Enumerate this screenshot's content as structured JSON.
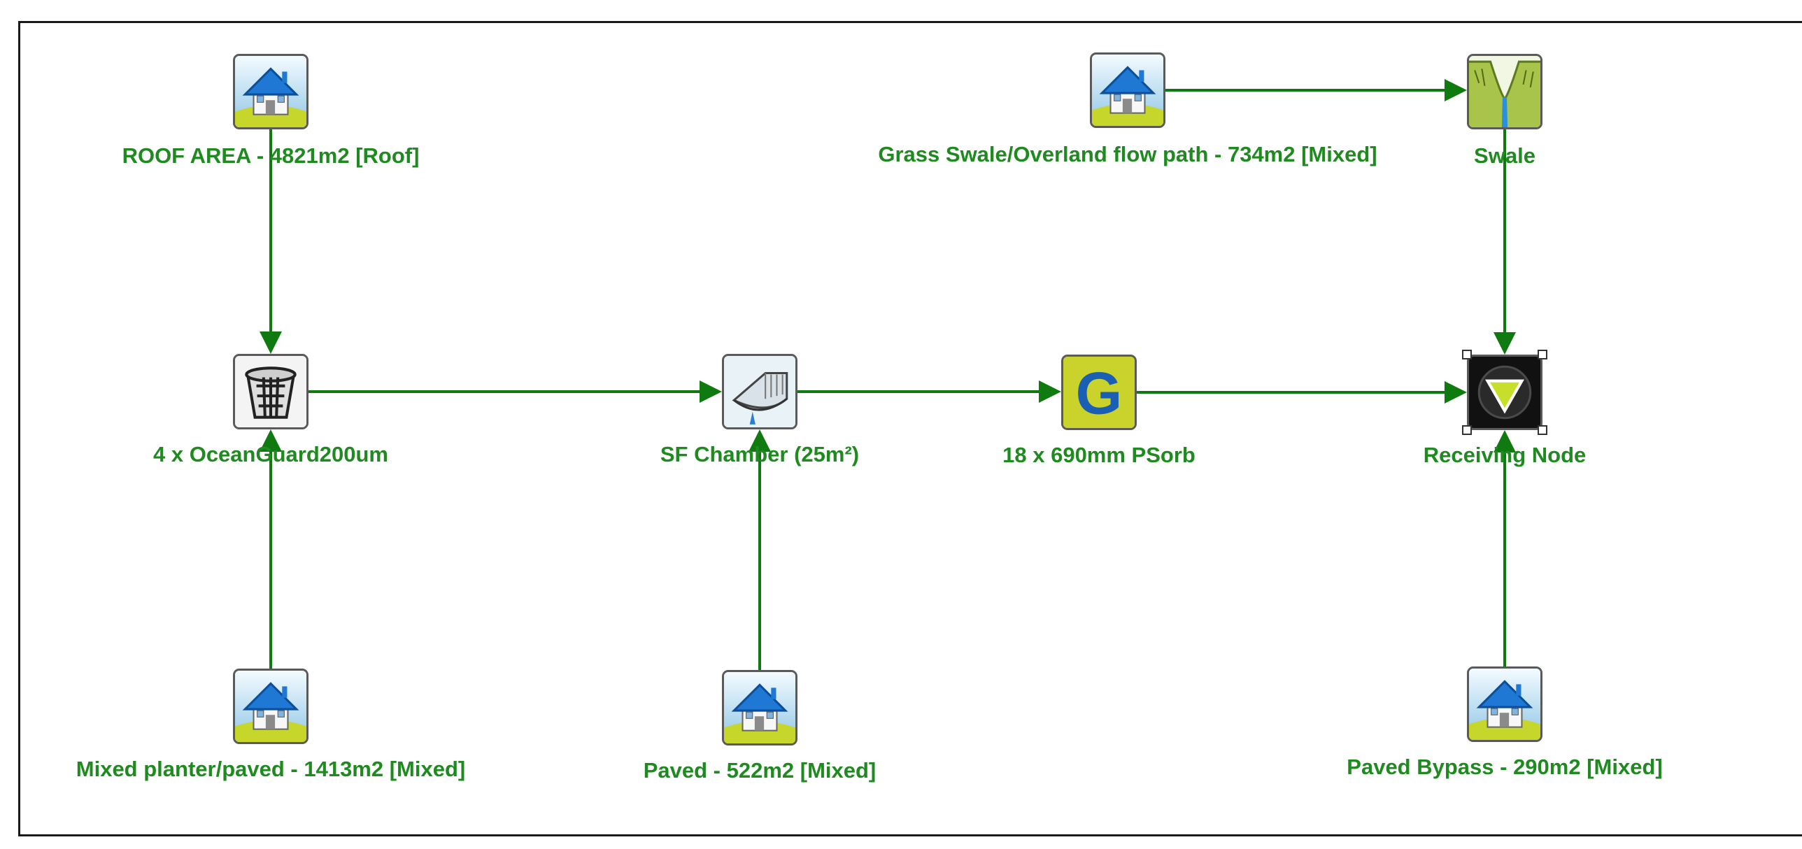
{
  "colors": {
    "link": "#0f7a0f",
    "label": "#1f8a1f",
    "frame": "#1a1a1a"
  },
  "nodes": {
    "roof_area": {
      "label": "ROOF AREA - 4821m2  [Roof]",
      "icon": "house-catchment-icon"
    },
    "grass_swale_catchment": {
      "label": "Grass Swale/Overland flow path - 734m2 [Mixed]",
      "icon": "house-catchment-icon"
    },
    "swale": {
      "label": "Swale",
      "icon": "swale-icon"
    },
    "oceanguard": {
      "label": "4 x OceanGuard200um",
      "icon": "pit-basket-icon"
    },
    "sf_chamber": {
      "label": "SF Chamber (25m²)",
      "icon": "detention-chamber-icon"
    },
    "psorb": {
      "label": "18 x 690mm PSorb",
      "icon": "g-filter-icon"
    },
    "receiving_node": {
      "label": "Receiving Node",
      "icon": "receiving-node-icon"
    },
    "mixed_planter": {
      "label": "Mixed planter/paved - 1413m2 [Mixed]",
      "icon": "house-catchment-icon"
    },
    "paved": {
      "label": "Paved - 522m2 [Mixed]",
      "icon": "house-catchment-icon"
    },
    "paved_bypass": {
      "label": "Paved Bypass - 290m2 [Mixed]",
      "icon": "house-catchment-icon"
    }
  },
  "links": [
    {
      "from": "roof_area",
      "to": "oceanguard"
    },
    {
      "from": "mixed_planter",
      "to": "oceanguard"
    },
    {
      "from": "oceanguard",
      "to": "sf_chamber"
    },
    {
      "from": "paved",
      "to": "sf_chamber"
    },
    {
      "from": "sf_chamber",
      "to": "psorb"
    },
    {
      "from": "psorb",
      "to": "receiving_node"
    },
    {
      "from": "grass_swale_catchment",
      "to": "swale"
    },
    {
      "from": "swale",
      "to": "receiving_node"
    },
    {
      "from": "paved_bypass",
      "to": "receiving_node"
    }
  ],
  "selected_node": "receiving_node"
}
